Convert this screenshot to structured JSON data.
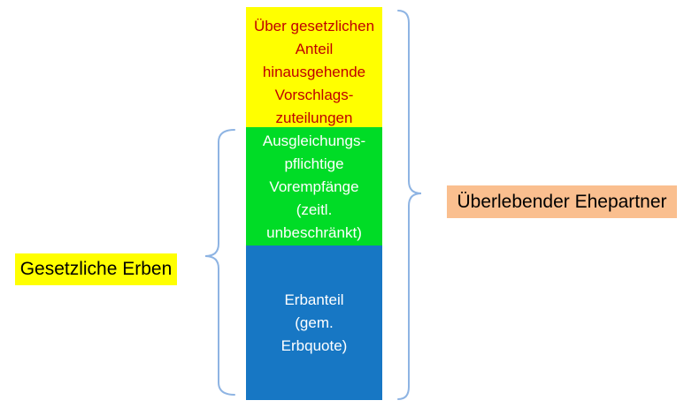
{
  "stack": {
    "segments": [
      {
        "name": "vorschlagszuteilungen",
        "lines": [
          "Über gesetzlichen",
          "Anteil",
          "hinausgehende",
          "Vorschlags-",
          "zuteilungen"
        ],
        "bg": "#FFFF00",
        "fg": "#C00000"
      },
      {
        "name": "vorempfaenge",
        "lines": [
          "Ausgleichungs-",
          "pflichtige",
          "Vorempfänge",
          "(zeitl.",
          "unbeschränkt)"
        ],
        "bg": "#00DC26",
        "fg": "#FFFFFF"
      },
      {
        "name": "erbanteil",
        "lines": [
          "Erbanteil",
          "(gem.",
          "Erbquote)"
        ],
        "bg": "#1777C4",
        "fg": "#FFFFFF"
      }
    ]
  },
  "labels": {
    "left": {
      "text": "Gesetzliche Erben",
      "bg": "#FFFF00",
      "fg": "#000000"
    },
    "right": {
      "text": "Überlebender Ehepartner",
      "bg": "#FABF8F",
      "fg": "#000000"
    }
  },
  "brackets": {
    "color": "#8EB4E3"
  }
}
